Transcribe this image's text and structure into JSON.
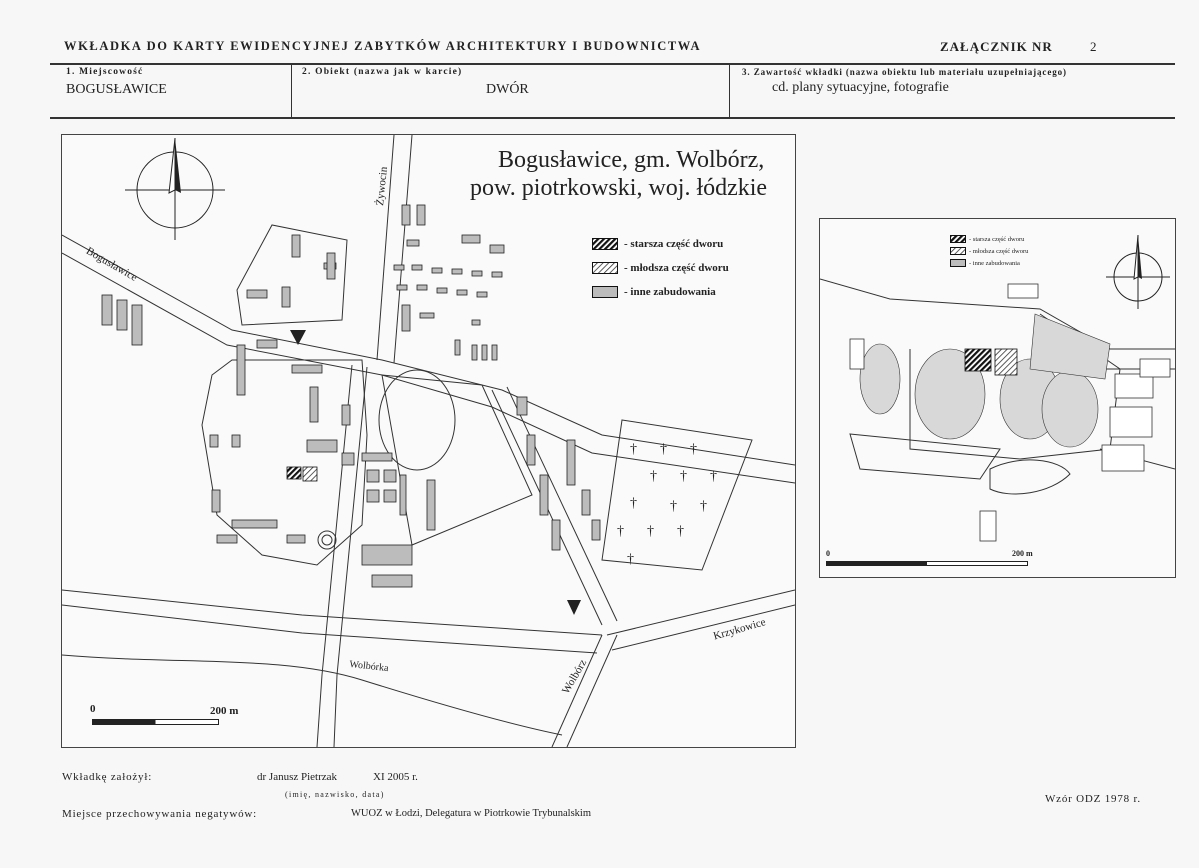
{
  "header": {
    "title": "WKŁADKA DO KARTY EWIDENCYJNEJ ZABYTKÓW ARCHITEKTURY I BUDOWNICTWA",
    "zalacznik_label": "ZAŁĄCZNIK NR",
    "zalacznik_number": "2"
  },
  "fields": {
    "f1_label": "1. Miejscowość",
    "f1_value": "BOGUSŁAWICE",
    "f2_label": "2. Obiekt (nazwa jak w karcie)",
    "f2_value": "DWÓR",
    "f3_label": "3. Zawartość wkładki (nazwa obiektu lub materiału uzupełniającego)",
    "f3_value": "cd. plany sytuacyjne, fotografie"
  },
  "main_map": {
    "title_line1": "Bogusławice, gm. Wolbórz,",
    "title_line2": "pow. piotrkowski, woj. łódzkie",
    "legend": [
      "- starsza część dworu",
      "- młodsza część dworu",
      "- inne zabudowania"
    ],
    "roads": {
      "boguslawice": "Bogusławice",
      "zywocin": "Żywocin",
      "krzykowice": "Krzykowice",
      "wolborz": "Wolbórz",
      "wolborka": "Wolbórka"
    },
    "scale_start": "0",
    "scale_end": "200 m"
  },
  "small_map": {
    "legend": [
      "- starsza część dworu",
      "- młodsza część dworu",
      "- inne zabudowania"
    ],
    "scale_start": "0",
    "scale_end": "200 m"
  },
  "footer": {
    "author_label": "Wkładkę założył:",
    "author_name": "dr Janusz Pietrzak",
    "author_date": "XI 2005 r.",
    "author_hint": "(imię, nazwisko, data)",
    "storage_label": "Miejsce przechowywania negatywów:",
    "storage_value": "WUOZ w Łodzi, Delegatura w Piotrkowie Trybunalskim",
    "template": "Wzór ODZ 1978 r."
  },
  "colors": {
    "ink": "#222222",
    "building_fill": "#bcbcbc",
    "page_bg": "#f7f7f7"
  }
}
